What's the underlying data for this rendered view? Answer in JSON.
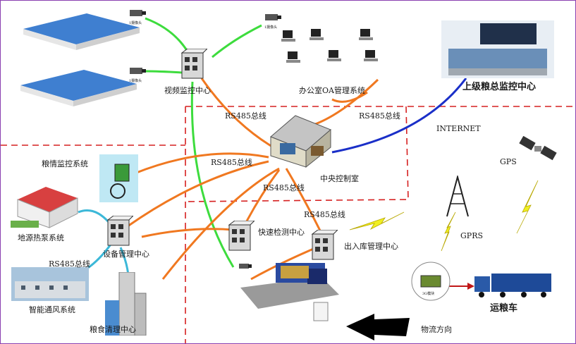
{
  "labels": {
    "video_center": "视频监控中心",
    "office_oa": "办公室OA管理系统",
    "rs485_1": "RS485总线",
    "rs485_2": "RS485总线",
    "rs485_3": "RS485总线",
    "rs485_4": "RS485总线",
    "rs485_5": "RS485总线",
    "rs485_6": "RS485总线",
    "internet": "INTERNET",
    "superior_center": "上级粮总监控中心",
    "grain_monitor": "粮情监控系统",
    "central_control": "中央控制室",
    "gps": "GPS",
    "gprs": "GPRS",
    "ground_heat": "地源热泵系统",
    "device_mgmt": "设备管理中心",
    "fast_detect": "快速检测中心",
    "in_out_mgmt": "出入库管理中心",
    "smart_vent": "智能通风系统",
    "grain_clean": "粮食清理中心",
    "transport_truck": "运粮车",
    "logistics_direction": "物流方向",
    "camera": "1摄像头",
    "module_3g": "3G模块"
  },
  "colors": {
    "green_link": "#3ddc3d",
    "orange_link": "#f07820",
    "cyan_link": "#3cb8d8",
    "blue_link": "#1a2fc8",
    "zone_border": "#d62020"
  }
}
